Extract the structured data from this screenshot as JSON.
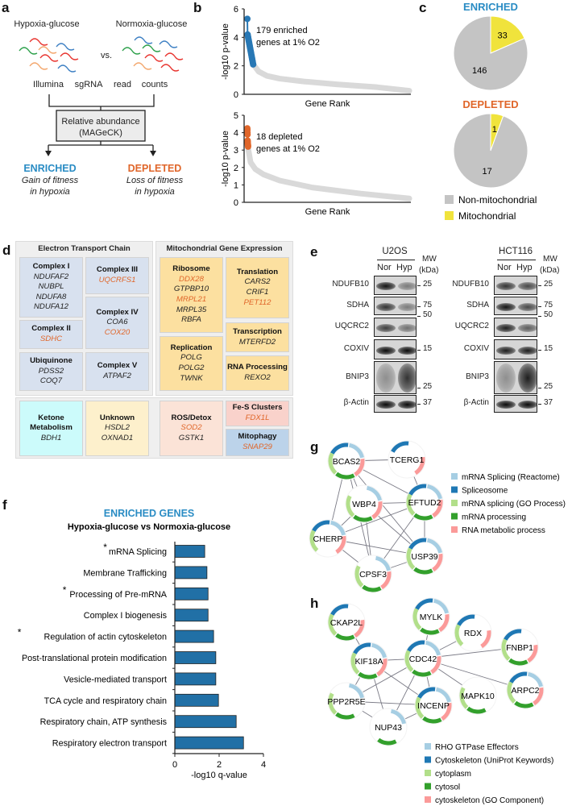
{
  "panel_labels": {
    "a": "a",
    "b": "b",
    "c": "c",
    "d": "d",
    "e": "e",
    "f": "f",
    "g": "g",
    "h": "h"
  },
  "panel_a": {
    "cond_left": "Hypoxia-glucose",
    "cond_right": "Normoxia-glucose",
    "vs": "vs.",
    "reads": [
      "Illumina",
      "sgRNA",
      "read",
      "counts"
    ],
    "box_line1": "Relative abundance",
    "box_line2": "(MAGeCK)",
    "enriched": {
      "title": "ENRICHED",
      "line1": "Gain of fitness",
      "line2": "in hypoxia"
    },
    "depleted": {
      "title": "DEPLETED",
      "line1": "Loss of fitness",
      "line2": "in hypoxia"
    }
  },
  "colors": {
    "blue": "#2878b5",
    "blue_title": "#2a8cc4",
    "orange": "#e0662a",
    "yellow": "#f0e33c",
    "gray": "#c4c4c4",
    "curve": "#d9d9d9"
  },
  "chart_data": [
    {
      "id": "b-top",
      "type": "scatter",
      "ylabel": "-log10 p-value",
      "xlabel": "Gene Rank",
      "ylim": [
        0,
        6
      ],
      "yticks": [
        0,
        2,
        4,
        6
      ],
      "annotation": [
        "179 enriched",
        "genes at 1% O2"
      ],
      "highlight_series": {
        "name": "enriched",
        "color": "#2878b5",
        "values": [
          5.3,
          4.2,
          4.1,
          4.0,
          3.9,
          3.8,
          3.7,
          3.6,
          3.5,
          3.4,
          3.3,
          3.2,
          3.1,
          3.0,
          2.9,
          2.8,
          2.7,
          2.6,
          2.5,
          2.4,
          2.3,
          2.2,
          2.1
        ]
      },
      "background_curve": [
        [
          0.04,
          2.05
        ],
        [
          0.07,
          1.6
        ],
        [
          0.12,
          1.3
        ],
        [
          0.2,
          1.1
        ],
        [
          0.35,
          0.9
        ],
        [
          0.55,
          0.7
        ],
        [
          0.8,
          0.5
        ],
        [
          1.0,
          0.25
        ]
      ]
    },
    {
      "id": "b-bottom",
      "type": "scatter",
      "ylabel": "-log10 p-value",
      "xlabel": "Gene Rank",
      "ylim": [
        0,
        5
      ],
      "yticks": [
        0,
        1,
        2,
        3,
        4,
        5
      ],
      "annotation": [
        "18 depleted",
        "genes at 1% O2"
      ],
      "highlight_series": {
        "name": "depleted",
        "color": "#e0662a",
        "values": [
          4.25,
          4.15,
          4.0,
          3.9,
          3.55,
          3.5,
          3.45,
          3.4,
          3.35,
          3.3,
          3.25,
          3.2
        ]
      },
      "background_curve": [
        [
          0.005,
          3.1
        ],
        [
          0.02,
          2.3
        ],
        [
          0.05,
          1.9
        ],
        [
          0.1,
          1.6
        ],
        [
          0.2,
          1.25
        ],
        [
          0.4,
          0.85
        ],
        [
          0.7,
          0.5
        ],
        [
          1.0,
          0.22
        ]
      ]
    },
    {
      "id": "c-enriched",
      "type": "pie",
      "title": "ENRICHED",
      "slices": [
        {
          "label": "Mitochondrial",
          "value": 33
        },
        {
          "label": "Non-mitochondrial",
          "value": 146
        }
      ]
    },
    {
      "id": "c-depleted",
      "type": "pie",
      "title": "DEPLETED",
      "slices": [
        {
          "label": "Mitochondrial",
          "value": 1
        },
        {
          "label": "Non-mitochondrial",
          "value": 17
        }
      ]
    },
    {
      "id": "f",
      "type": "bar",
      "title": "ENRICHED GENES",
      "subtitle": "Hypoxia-glucose vs Normoxia-glucose",
      "xlabel": "-log10 q-value",
      "xlim": [
        0,
        4
      ],
      "xticks": [
        0,
        2,
        4
      ],
      "categories": [
        "mRNA Splicing",
        "Membrane Trafficking",
        "Processing of Pre-mRNA",
        "Complex I biogenesis",
        "Regulation of actin cytoskeleton",
        "Post-translational protein modification",
        "Vesicle-mediated transport",
        "TCA cycle and respiratory chain",
        "Respiratory chain, ATP synthesis",
        "Respiratory electron transport"
      ],
      "starred": [
        true,
        false,
        true,
        false,
        true,
        false,
        false,
        false,
        false,
        false
      ],
      "star": "*",
      "values": [
        1.35,
        1.45,
        1.5,
        1.5,
        1.75,
        1.85,
        1.85,
        1.97,
        2.77,
        3.1
      ]
    }
  ],
  "pie_legend": [
    {
      "label": "Non-mitochondrial",
      "color": "#c4c4c4"
    },
    {
      "label": "Mitochondrial",
      "color": "#f0e33c"
    }
  ],
  "panel_d": {
    "headers": {
      "etc": "Electron Transport Chain",
      "mge": "Mitochondrial Gene Expression"
    },
    "boxes": [
      {
        "id": "complex-i",
        "title": "Complex I",
        "color": "#d8e1ef",
        "genes": [
          {
            "n": "NDUFAF2",
            "hl": false
          },
          {
            "n": "NUBPL",
            "hl": false
          },
          {
            "n": "NDUFA8",
            "hl": false
          },
          {
            "n": "NDUFA12",
            "hl": false
          }
        ]
      },
      {
        "id": "complex-iii",
        "title": "Complex III",
        "color": "#d8e1ef",
        "genes": [
          {
            "n": "UQCRFS1",
            "hl": true
          }
        ]
      },
      {
        "id": "complex-ii",
        "title": "Complex II",
        "color": "#d8e1ef",
        "genes": [
          {
            "n": "SDHC",
            "hl": true
          }
        ]
      },
      {
        "id": "complex-iv",
        "title": "Complex IV",
        "color": "#d8e1ef",
        "genes": [
          {
            "n": "COA6",
            "hl": false
          },
          {
            "n": "COX20",
            "hl": true
          }
        ]
      },
      {
        "id": "ubiquinone",
        "title": "Ubiquinone",
        "color": "#d8e1ef",
        "genes": [
          {
            "n": "PDSS2",
            "hl": false
          },
          {
            "n": "COQ7",
            "hl": false
          }
        ]
      },
      {
        "id": "complex-v",
        "title": "Complex V",
        "color": "#d8e1ef",
        "genes": [
          {
            "n": "ATPAF2",
            "hl": false
          }
        ]
      },
      {
        "id": "ribosome",
        "title": "Ribosome",
        "color": "#fce0a0",
        "genes": [
          {
            "n": "DDX28",
            "hl": true
          },
          {
            "n": "GTPBP10",
            "hl": false
          },
          {
            "n": "MRPL21",
            "hl": true
          },
          {
            "n": "MRPL35",
            "hl": false
          },
          {
            "n": "RBFA",
            "hl": false
          }
        ]
      },
      {
        "id": "translation",
        "title": "Translation",
        "color": "#fce0a0",
        "genes": [
          {
            "n": "CARS2",
            "hl": false
          },
          {
            "n": "CRIF1",
            "hl": false
          },
          {
            "n": "PET112",
            "hl": true
          }
        ]
      },
      {
        "id": "replication",
        "title": "Replication",
        "color": "#fce0a0",
        "genes": [
          {
            "n": "POLG",
            "hl": false
          },
          {
            "n": "POLG2",
            "hl": false
          },
          {
            "n": "TWNK",
            "hl": false
          }
        ]
      },
      {
        "id": "transcription",
        "title": "Transcription",
        "color": "#fce0a0",
        "genes": [
          {
            "n": "MTERFD2",
            "hl": false
          }
        ]
      },
      {
        "id": "rna-processing",
        "title": "RNA Processing",
        "color": "#fce0a0",
        "genes": [
          {
            "n": "REXO2",
            "hl": false
          }
        ]
      },
      {
        "id": "ketone",
        "title": "Ketone Metabolism",
        "color": "#ccfbfb",
        "genes": [
          {
            "n": "BDH1",
            "hl": false
          }
        ]
      },
      {
        "id": "unknown",
        "title": "Unknown",
        "color": "#fdf0cc",
        "genes": [
          {
            "n": "HSDL2",
            "hl": false
          },
          {
            "n": "OXNAD1",
            "hl": false
          }
        ]
      },
      {
        "id": "ros-detox",
        "title": "ROS/Detox",
        "color": "#fbe3d7",
        "genes": [
          {
            "n": "SOD2",
            "hl": true
          },
          {
            "n": "GSTK1",
            "hl": false
          }
        ]
      },
      {
        "id": "fe-s",
        "title": "Fe-S Clusters",
        "color": "#f9d2cb",
        "genes": [
          {
            "n": "FDX1L",
            "hl": true
          }
        ]
      },
      {
        "id": "mitophagy",
        "title": "Mitophagy",
        "color": "#bcd3ea",
        "genes": [
          {
            "n": "SNAP29",
            "hl": true
          }
        ]
      }
    ]
  },
  "panel_e": {
    "lane_labels": [
      "Nor",
      "Hyp"
    ],
    "mw_header": [
      "MW",
      "(kDa)"
    ],
    "blots": [
      {
        "cell_line": "U2OS",
        "rows": [
          {
            "label": "NDUFB10",
            "mw": "25",
            "bands": [
              0.95,
              0.45
            ]
          },
          {
            "label": "SDHA",
            "mw": "75",
            "bands": [
              0.8,
              0.45
            ]
          },
          {
            "label": "UQCRC2",
            "mw": "50",
            "bands": [
              0.75,
              0.5
            ]
          },
          {
            "label": "COXIV",
            "mw": "15",
            "bands": [
              1.0,
              1.0
            ]
          },
          {
            "label": "BNIP3",
            "mw": "25",
            "bands": [
              0.35,
              0.8
            ]
          },
          {
            "label": "β-Actin",
            "mw": "37",
            "bands": [
              1.0,
              1.0
            ]
          }
        ]
      },
      {
        "cell_line": "HCT116",
        "rows": [
          {
            "label": "NDUFB10",
            "mw": "25",
            "bands": [
              0.8,
              0.7
            ]
          },
          {
            "label": "SDHA",
            "mw": "75",
            "bands": [
              0.95,
              0.7
            ]
          },
          {
            "label": "UQCRC2",
            "mw": "50",
            "bands": [
              0.9,
              0.6
            ]
          },
          {
            "label": "COXIV",
            "mw": "15",
            "bands": [
              0.9,
              0.9
            ]
          },
          {
            "label": "BNIP3",
            "mw": "25",
            "bands": [
              0.35,
              0.9
            ]
          },
          {
            "label": "β-Actin",
            "mw": "37",
            "bands": [
              1.0,
              1.0
            ]
          }
        ]
      }
    ]
  },
  "panel_g": {
    "legend": [
      {
        "label": "mRNA Splicing (Reactome)",
        "color": "#a6cee3"
      },
      {
        "label": "Spliceosome",
        "color": "#1f78b4"
      },
      {
        "label": "mRNA splicing (GO Process)",
        "color": "#b2df8a"
      },
      {
        "label": "mRNA processing",
        "color": "#33a02c"
      },
      {
        "label": "RNA metabolic process",
        "color": "#fb9a99"
      }
    ],
    "nodes": [
      {
        "name": "BCAS2",
        "cats": [
          0,
          1,
          2,
          3,
          4
        ]
      },
      {
        "name": "TCERG1",
        "cats": [
          1,
          4
        ]
      },
      {
        "name": "WBP4",
        "cats": [
          0,
          2,
          3,
          4
        ]
      },
      {
        "name": "EFTUD2",
        "cats": [
          0,
          1,
          2,
          3,
          4
        ]
      },
      {
        "name": "CHERP",
        "cats": [
          0,
          1,
          2,
          4
        ]
      },
      {
        "name": "USP39",
        "cats": [
          0,
          1,
          2,
          3,
          4
        ]
      },
      {
        "name": "CPSF3",
        "cats": [
          0,
          2,
          3,
          4
        ]
      }
    ],
    "edges": [
      [
        "BCAS2",
        "TCERG1"
      ],
      [
        "BCAS2",
        "WBP4"
      ],
      [
        "BCAS2",
        "EFTUD2"
      ],
      [
        "BCAS2",
        "CHERP"
      ],
      [
        "BCAS2",
        "USP39"
      ],
      [
        "BCAS2",
        "CPSF3"
      ],
      [
        "TCERG1",
        "EFTUD2"
      ],
      [
        "WBP4",
        "EFTUD2"
      ],
      [
        "WBP4",
        "CHERP"
      ],
      [
        "WBP4",
        "USP39"
      ],
      [
        "WBP4",
        "CPSF3"
      ],
      [
        "EFTUD2",
        "CHERP"
      ],
      [
        "EFTUD2",
        "USP39"
      ],
      [
        "EFTUD2",
        "CPSF3"
      ],
      [
        "CHERP",
        "USP39"
      ],
      [
        "CHERP",
        "CPSF3"
      ],
      [
        "CPSF3",
        "USP39"
      ]
    ]
  },
  "panel_h": {
    "legend": [
      {
        "label": "RHO GTPase Effectors",
        "color": "#a6cee3"
      },
      {
        "label": "Cytoskeleton (UniProt Keywords)",
        "color": "#1f78b4"
      },
      {
        "label": "cytoplasm",
        "color": "#b2df8a"
      },
      {
        "label": "cytosol",
        "color": "#33a02c"
      },
      {
        "label": "cytoskeleton (GO Component)",
        "color": "#fb9a99"
      }
    ],
    "nodes": [
      {
        "name": "CKAP2L",
        "cats": [
          1,
          2,
          3,
          4
        ]
      },
      {
        "name": "MYLK",
        "cats": [
          0,
          1,
          2,
          3,
          4
        ]
      },
      {
        "name": "RDX",
        "cats": [
          1,
          2,
          4
        ]
      },
      {
        "name": "FNBP1",
        "cats": [
          1,
          2,
          3,
          4
        ]
      },
      {
        "name": "KIF18A",
        "cats": [
          0,
          1,
          2,
          3,
          4
        ]
      },
      {
        "name": "CDC42",
        "cats": [
          0,
          1,
          2,
          3,
          4
        ]
      },
      {
        "name": "PPP2R5E",
        "cats": [
          0,
          2,
          3
        ]
      },
      {
        "name": "MAPK10",
        "cats": [
          2,
          3
        ]
      },
      {
        "name": "ARPC2",
        "cats": [
          0,
          1,
          2,
          3,
          4
        ]
      },
      {
        "name": "INCENP",
        "cats": [
          0,
          1,
          2,
          3,
          4
        ]
      },
      {
        "name": "NUP43",
        "cats": [
          0,
          3
        ]
      }
    ],
    "edges": [
      [
        "CKAP2L",
        "KIF18A"
      ],
      [
        "MYLK",
        "CDC42"
      ],
      [
        "RDX",
        "CDC42"
      ],
      [
        "FNBP1",
        "CDC42"
      ],
      [
        "KIF18A",
        "CDC42"
      ],
      [
        "CDC42",
        "ARPC2"
      ],
      [
        "CDC42",
        "MAPK10"
      ],
      [
        "CDC42",
        "INCENP"
      ],
      [
        "KIF18A",
        "INCENP"
      ],
      [
        "KIF18A",
        "PPP2R5E"
      ],
      [
        "KIF18A",
        "NUP43"
      ],
      [
        "PPP2R5E",
        "INCENP"
      ],
      [
        "PPP2R5E",
        "NUP43"
      ],
      [
        "NUP43",
        "INCENP"
      ],
      [
        "CDC42",
        "NUP43"
      ],
      [
        "CDC42",
        "PPP2R5E"
      ]
    ]
  }
}
